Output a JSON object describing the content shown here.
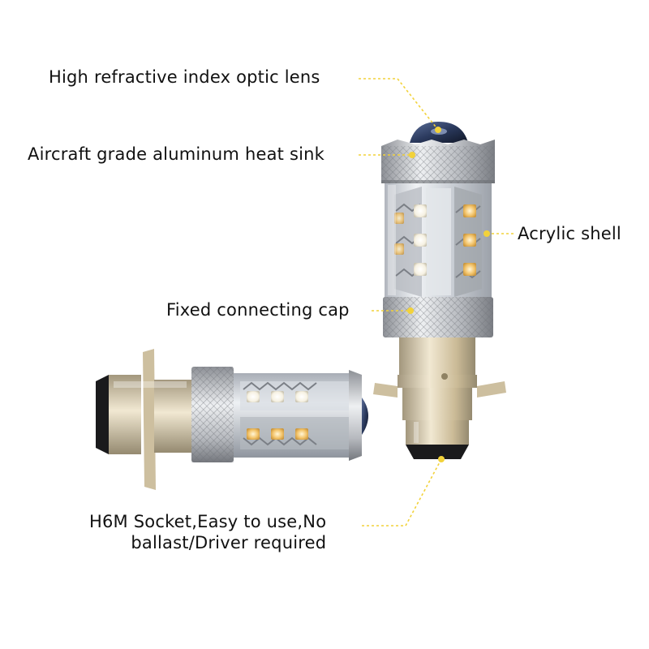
{
  "callouts": {
    "lens": "High refractive index optic lens",
    "heat_sink": "Aircraft grade aluminum heat sink",
    "shell": "Acrylic shell",
    "cap": "Fixed connecting cap",
    "socket_line1": "H6M Socket,Easy to use,No",
    "socket_line2": "ballast/Driver required"
  },
  "colors": {
    "leader": "#f2d23a",
    "aluminum": "#c9cbce",
    "brass": "#d7c7a4",
    "led_warm": "#f3c46b",
    "lens": "#2b3a5e"
  }
}
